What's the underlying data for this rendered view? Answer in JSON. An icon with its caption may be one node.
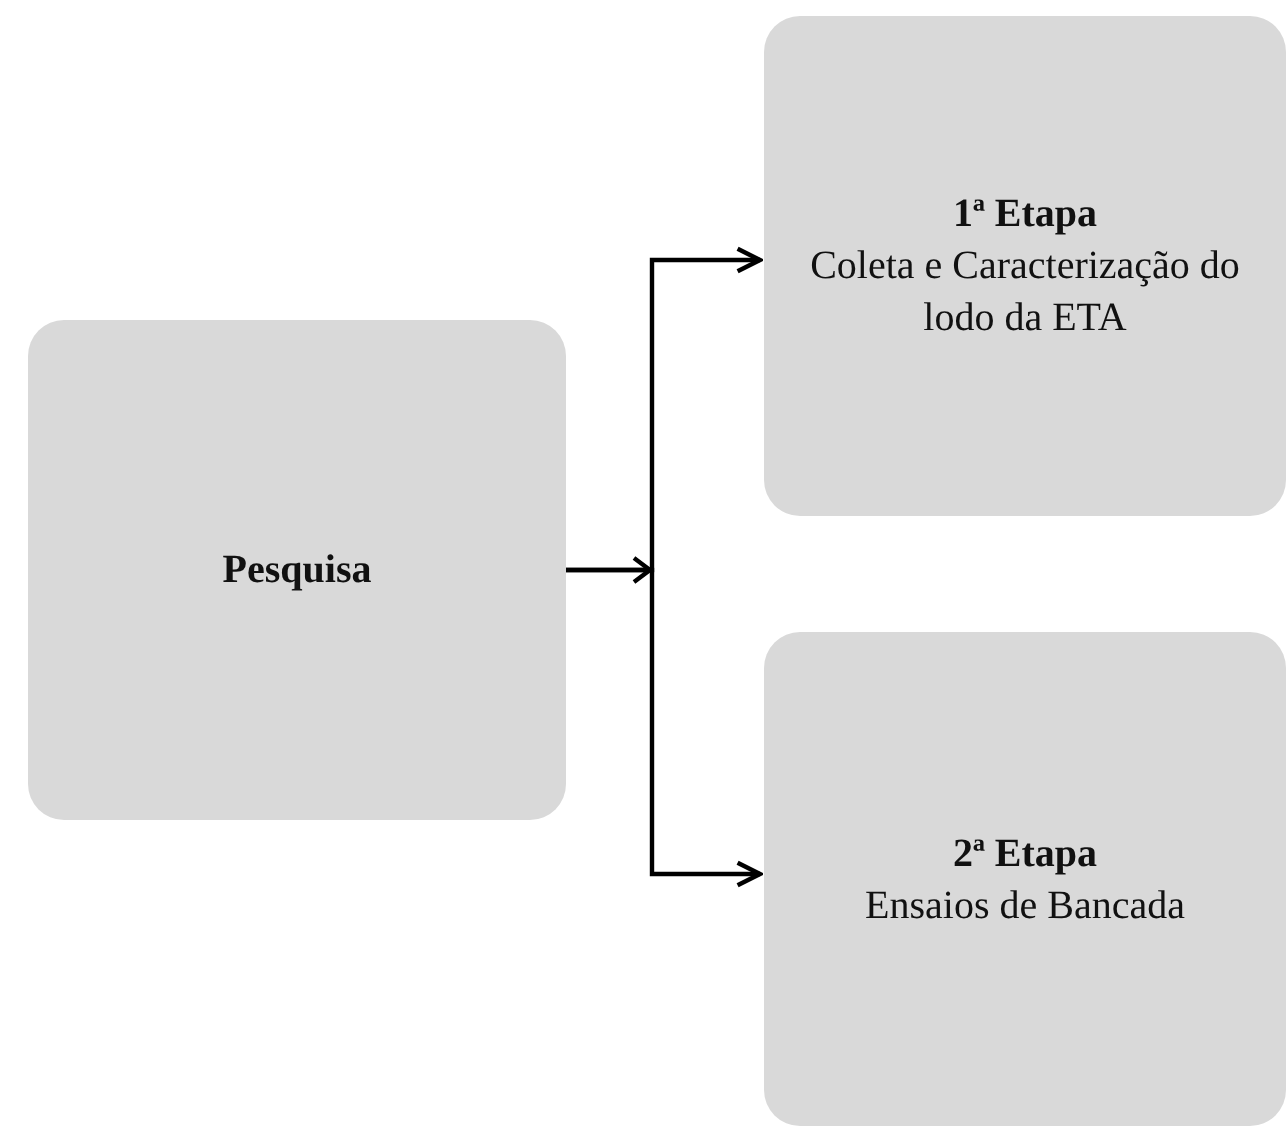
{
  "diagram": {
    "nodes": [
      {
        "text": [
          "Pesquisa"
        ]
      },
      {
        "text": [
          "1ª Etapa",
          "Coleta e Caracterização do lodo da ETA"
        ]
      },
      {
        "text": [
          "2ª Etapa",
          "Ensaios de Bancada"
        ]
      }
    ],
    "edges": [
      {
        "from": 0,
        "to": 1,
        "arrow": "to"
      },
      {
        "from": 0,
        "to": 2,
        "arrow": "to"
      }
    ]
  }
}
